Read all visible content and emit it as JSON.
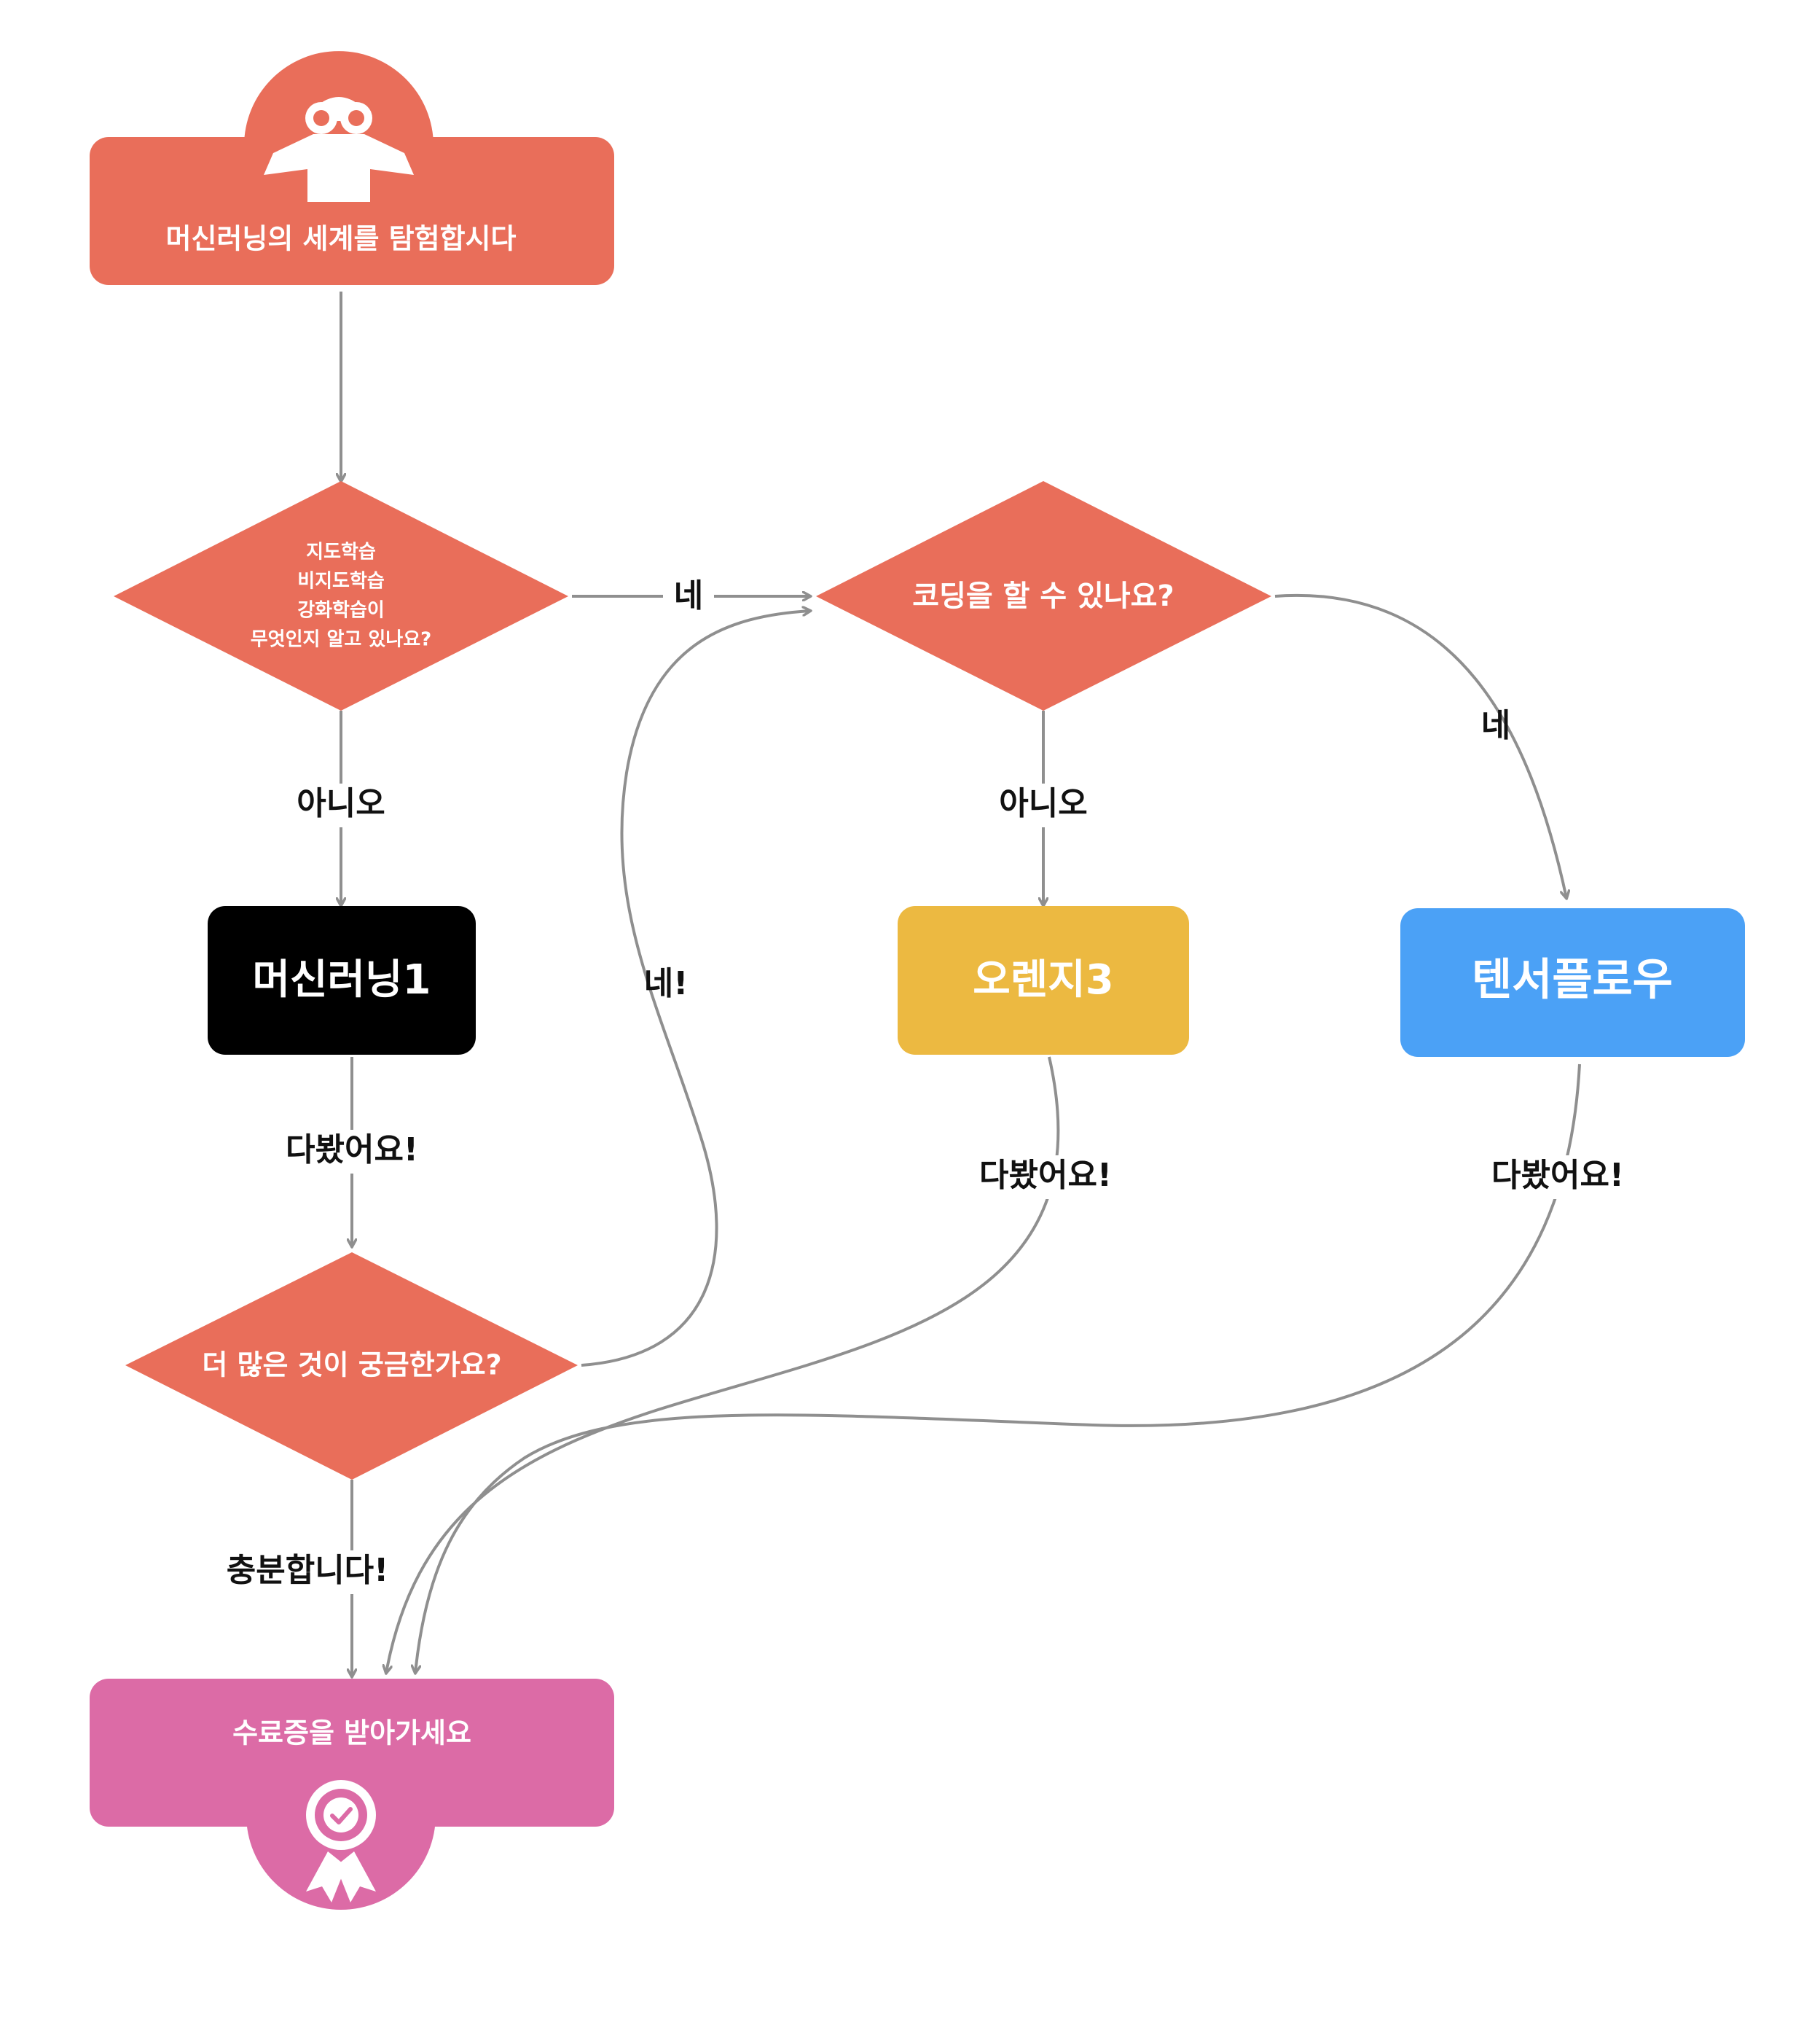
{
  "colors": {
    "coral": "#E96E5A",
    "pink": "#DC6BA6",
    "black": "#000000",
    "yellow": "#ECB941",
    "blue": "#4BA1F6",
    "edge": "#8F8F8F"
  },
  "nodes": {
    "start": {
      "label": "머신러닝의 세계를 탐험합시다",
      "icon": "binoculars-person-icon"
    },
    "q_learning_types": {
      "lines": [
        "지도학습",
        "비지도학습",
        "강화학습이",
        "무엇인지 알고 있나요?"
      ]
    },
    "q_coding": {
      "label": "코딩을 할 수 있나요?"
    },
    "ml1": {
      "label": "머신러닝1"
    },
    "q_more": {
      "label": "더 많은 것이 궁금한가요?"
    },
    "orange3": {
      "label": "오렌지3"
    },
    "tensorflow": {
      "label": "텐서플로우"
    },
    "end": {
      "label": "수료증을 받아가세요",
      "icon": "award-ribbon-icon"
    }
  },
  "edges": {
    "yes_to_coding": "네",
    "no_to_ml1": "아니오",
    "more_yes": "네!",
    "coding_no": "아니오",
    "coding_yes": "네",
    "ml1_done": "다봤어요!",
    "orange_done": "다봤어요!",
    "tf_done": "다봤어요!",
    "enough": "충분합니다!"
  }
}
